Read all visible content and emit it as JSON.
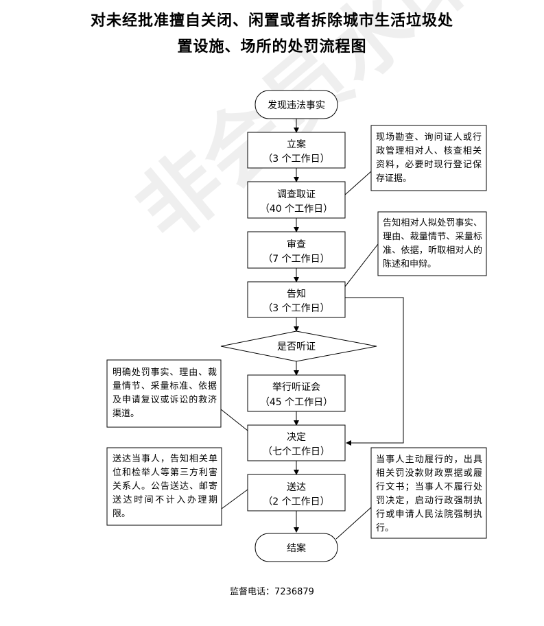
{
  "title": {
    "line1": "对未经批准擅自关闭、闲置或者拆除城市生活垃圾处",
    "line2": "置设施、场所的处罚流程图"
  },
  "watermark": "非会员水印",
  "nodes": {
    "start": "发现违法事实",
    "file_case": {
      "title": "立案",
      "days": "（3 个工作日）"
    },
    "investigate": {
      "title": "调查取证",
      "days": "（40 个工作日）"
    },
    "review": {
      "title": "审查",
      "days": "（7 个工作日）"
    },
    "notify": {
      "title": "告知",
      "days": "（3 个工作日）"
    },
    "decision_diamond": "是否听证",
    "hearing": {
      "title": "举行听证会",
      "days": "（45 个工作日）"
    },
    "decide": {
      "title": "决定",
      "days": "（七个工作日）"
    },
    "deliver": {
      "title": "送达",
      "days": "（2 个工作日）"
    },
    "end": "结案"
  },
  "notes": {
    "investigate": "现场勘查、询问证人或行政管理相对人、核查相关资料，必要时现行登记保存证据。",
    "notify": "告知相对人拟处罚事实、理由、裁量情节、采量标准、依据，听取相对人的陈述和申辩。",
    "decide": "明确处罚事实、理由、裁量情节、采量标准、依据及申请复议或诉讼的救济渠道。",
    "deliver": "送达当事人，告知相关单位和检举人等第三方利害关系人。公告送达、邮寄送达时间不计入办理期限。",
    "close": "当事人主动履行的，出具相关罚没款财政票据或履行文书；当事人不履行处罚决定，启动行政强制执行或申请人民法院强制执行。"
  },
  "footer": "监督电话：7236879"
}
